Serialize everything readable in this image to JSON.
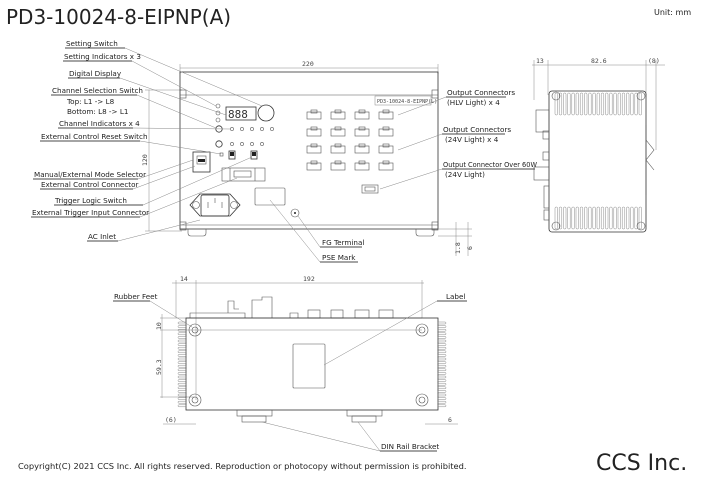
{
  "header": {
    "title": "PD3-10024-8-EIPNP(A)",
    "unit": "Unit: mm"
  },
  "front_view": {
    "nameplate": "PD3-10024-8-EIPNP(L)",
    "dims": {
      "width": "220",
      "height": "120",
      "foot1": "1.8",
      "foot2": "6"
    },
    "labels": {
      "setting_switch": "Setting Switch",
      "setting_indicators": "Setting Indicators x 3",
      "digital_display": "Digital Display",
      "channel_selection_switch": "Channel Selection Switch",
      "channel_selection_top": "Top: L1 -> L8",
      "channel_selection_bottom": "Bottom: L8 -> L1",
      "channel_indicators": "Channel Indicators x 4",
      "external_control_reset_switch": "External Control Reset Switch",
      "mode_selector": "Manual/External Mode Selector",
      "external_control_connector": "External Control Connector",
      "trigger_logic_switch": "Trigger Logic Switch",
      "external_trigger_input": "External Trigger Input Connector",
      "ac_inlet": "AC Inlet",
      "fg_terminal": "FG Terminal",
      "pse_mark": "PSE Mark",
      "output_hlv_1": "Output Connectors",
      "output_hlv_2": "(HLV Light) x 4",
      "output_24v_1": "Output Connectors",
      "output_24v_2": "(24V Light) x 4",
      "output_60w_1": "Output Connector Over 60W",
      "output_60w_2": "(24V Light)"
    }
  },
  "side_view": {
    "dims": {
      "left": "13",
      "depth": "82.6",
      "right": "(8)"
    }
  },
  "bottom_view": {
    "dims": {
      "offset": "14",
      "pitch": "192",
      "top": "10",
      "height": "59.3",
      "left_margin": "(6)",
      "right_margin": "6"
    },
    "labels": {
      "rubber_feet": "Rubber Feet",
      "label": "Label",
      "din_rail_bracket": "DIN Rail Bracket"
    }
  },
  "footer": {
    "copyright": "Copyright(C) 2021 CCS Inc. All rights reserved. Reproduction or photocopy without permission is prohibited.",
    "company": "CCS Inc."
  }
}
